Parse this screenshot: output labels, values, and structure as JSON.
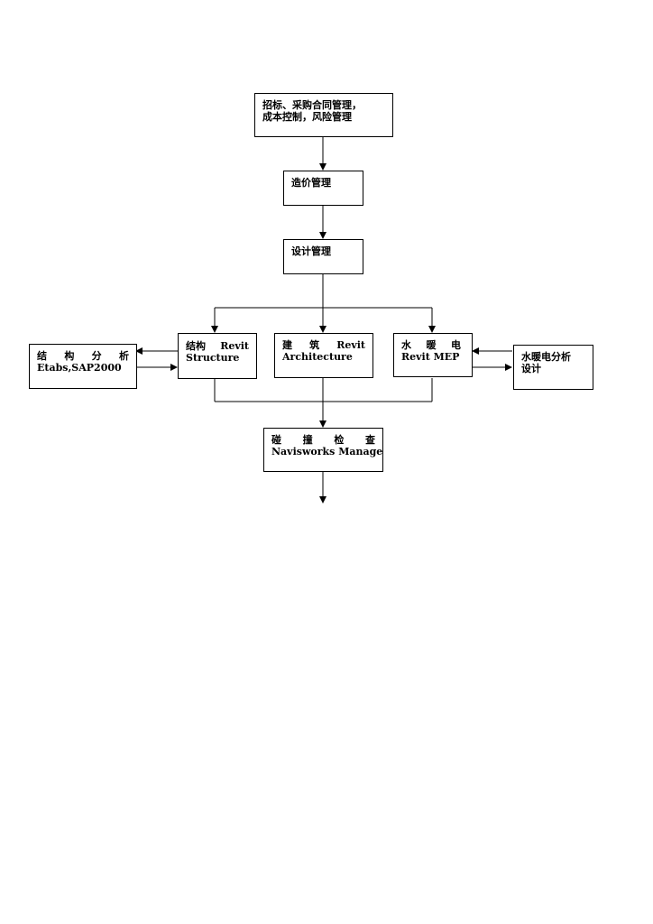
{
  "boxes": {
    "tender": {
      "line1": "招标、采购合同管理，",
      "line2": "成本控制，风险管理"
    },
    "cost": {
      "label": "造价管理"
    },
    "design": {
      "label": "设计管理"
    },
    "structure": {
      "c1": "结构",
      "c2": "Revit",
      "line2": "Structure"
    },
    "architecture": {
      "c1": "建",
      "c2": "筑",
      "c3": "Revit",
      "line2": "Architecture"
    },
    "mep": {
      "c1": "水",
      "c2": "暖",
      "c3": "电",
      "line2": "Revit MEP"
    },
    "struct_analysis": {
      "c1": "结",
      "c2": "构",
      "c3": "分",
      "c4": "析",
      "line2": "Etabs,SAP2000"
    },
    "mep_analysis": {
      "line1": "水暖电分析",
      "line2": "设计"
    },
    "clash": {
      "c1": "碰",
      "c2": "撞",
      "c3": "检",
      "c4": "查",
      "line2": "Navisworks Manage"
    }
  }
}
